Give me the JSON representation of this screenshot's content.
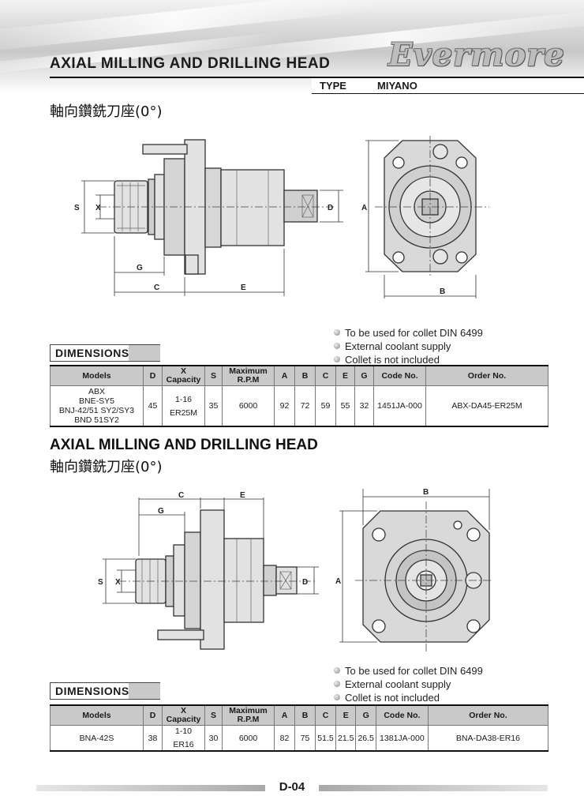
{
  "header": {
    "title": "AXIAL MILLING AND DRILLING HEAD",
    "logo": "Evermore",
    "type_label": "TYPE",
    "type_value": "MIYANO"
  },
  "section1": {
    "cn_title": "軸向鑽銑刀座(0°)",
    "dim_labels": {
      "S": "S",
      "X": "X",
      "D": "D",
      "A": "A",
      "B": "B",
      "C": "C",
      "E": "E",
      "G": "G"
    },
    "notes": [
      "To be used for collet DIN 6499",
      "External coolant supply",
      "Collet is not included"
    ],
    "dimensions_label": "DIMENSIONS",
    "table": {
      "headers": [
        "Models",
        "D",
        "X\nCapacity",
        "S",
        "Maximum\nR.P.M",
        "A",
        "B",
        "C",
        "E",
        "G",
        "Code No.",
        "Order No."
      ],
      "row": {
        "models": [
          "ABX",
          "BNE-SY5",
          "BNJ-42/51 SY2/SY3",
          "BND 51SY2"
        ],
        "D": "45",
        "X": [
          "1-16",
          "ER25M"
        ],
        "S": "35",
        "rpm": "6000",
        "A": "92",
        "B": "72",
        "C": "59",
        "E": "55",
        "G": "32",
        "code": "1451JA-000",
        "order": "ABX-DA45-ER25M"
      }
    }
  },
  "section2": {
    "title": "AXIAL MILLING AND DRILLING HEAD",
    "cn_title": "軸向鑽銑刀座(0°)",
    "dim_labels": {
      "S": "S",
      "X": "X",
      "D": "D",
      "A": "A",
      "B": "B",
      "C": "C",
      "E": "E",
      "G": "G"
    },
    "notes": [
      "To be used for collet DIN 6499",
      "External coolant supply",
      "Collet is not included"
    ],
    "dimensions_label": "DIMENSIONS",
    "table": {
      "headers": [
        "Models",
        "D",
        "X\nCapacity",
        "S",
        "Maximum\nR.P.M",
        "A",
        "B",
        "C",
        "E",
        "G",
        "Code No.",
        "Order No."
      ],
      "row": {
        "models": [
          "BNA-42S"
        ],
        "D": "38",
        "X": [
          "1-10",
          "ER16"
        ],
        "S": "30",
        "rpm": "6000",
        "A": "82",
        "B": "75",
        "C": "51.5",
        "E": "21.5",
        "G": "26.5",
        "code": "1381JA-000",
        "order": "BNA-DA38-ER16"
      }
    }
  },
  "footer": {
    "page": "D-04"
  }
}
